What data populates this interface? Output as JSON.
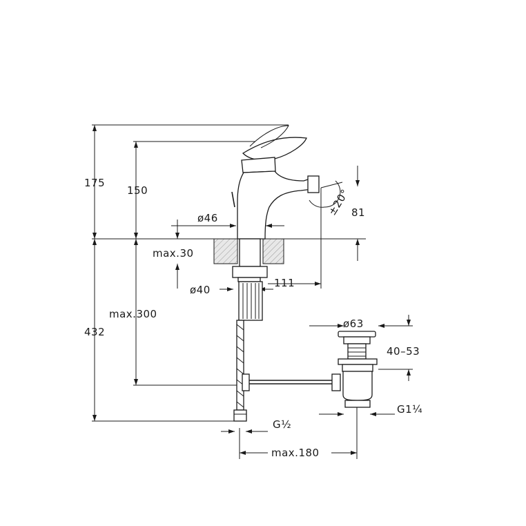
{
  "dimensions": {
    "height_total": "175",
    "height_spout": "150",
    "base_diameter": "ø46",
    "spout_reach": "81",
    "spout_angle": "±20°",
    "max_counter_thickness": "max.30",
    "shank_diameter": "ø40",
    "spout_projection": "111",
    "max_hose_length": "max.300",
    "overall_height": "432",
    "waste_diameter": "ø63",
    "waste_range": "40–53",
    "waste_thread": "G1¼",
    "inlet_thread": "G½",
    "max_waste_offset": "max.180"
  }
}
